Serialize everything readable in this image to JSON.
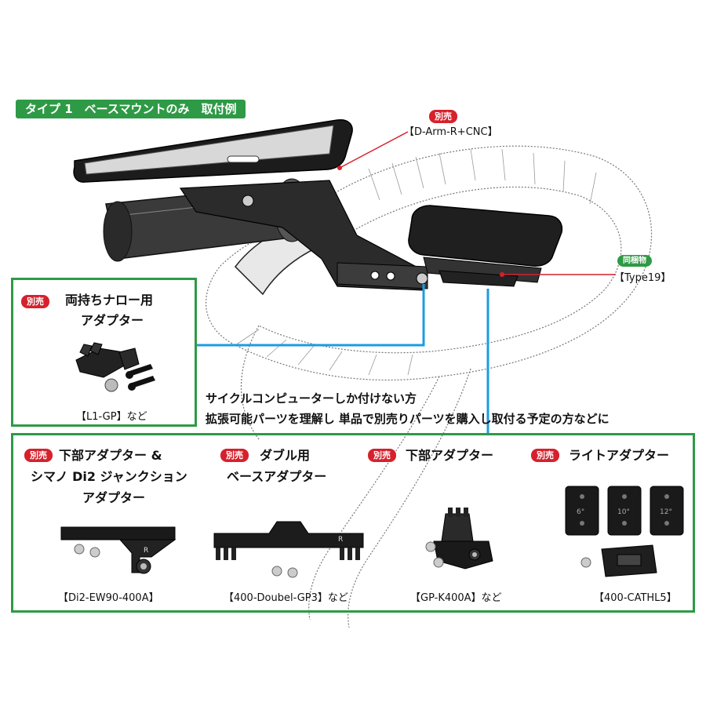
{
  "title": "タイプ 1　ベースマウントのみ　取付例",
  "tags": {
    "sold_separately": "別売",
    "included": "同梱物"
  },
  "callouts": {
    "arm": "【D-Arm-R+CNC】",
    "type19": "【Type19】"
  },
  "narrow_adapter": {
    "title_line1": "両持ちナロー用",
    "title_line2": "アダプター",
    "code": "【L1-GP】など"
  },
  "note": {
    "line1": "サイクルコンピューターしか付けない方",
    "line2": "拡張可能パーツを理解し 単品で別売りパーツを購入し取付る予定の方などに"
  },
  "products": [
    {
      "title_lines": [
        "下部アダプター &",
        "シマノ Di2 ジャンクション",
        "アダプター"
      ],
      "code": "【Di2-EW90-400A】"
    },
    {
      "title_lines": [
        "ダブル用",
        "ベースアダプター"
      ],
      "code": "【400-Doubel-GP3】など"
    },
    {
      "title_lines": [
        "下部アダプター"
      ],
      "code": "【GP-K400A】など"
    },
    {
      "title_lines": [
        "ライトアダプター"
      ],
      "code": "【400-CATHL5】",
      "angle_labels": [
        "6°",
        "10°",
        "12°"
      ]
    }
  ],
  "colors": {
    "green": "#2e9a45",
    "red": "#d6212c",
    "blue": "#1e9be0"
  }
}
